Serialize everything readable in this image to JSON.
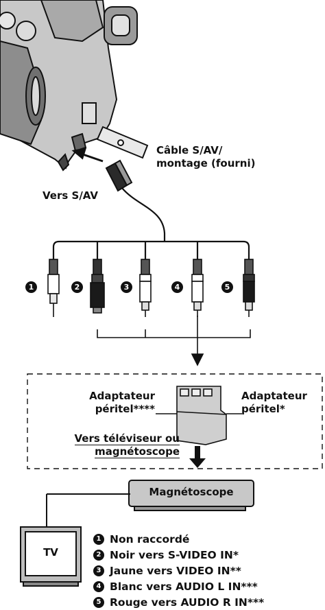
{
  "labels": {
    "cable": [
      "Câble S/AV/",
      "montage (fourni)"
    ],
    "vers_sav": "Vers S/AV",
    "adapter_left": [
      "Adaptateur",
      "péritel****"
    ],
    "adapter_right": [
      "Adaptateur",
      "péritel*"
    ],
    "vers_tv": [
      "Vers téléviseur ou",
      "magnétoscope"
    ],
    "vcr": "Magnétoscope",
    "tv": "TV"
  },
  "connectors": [
    {
      "number": "1",
      "color": "#ffffff"
    },
    {
      "number": "2",
      "color": "#1a1a1a"
    },
    {
      "number": "3",
      "color": "#ffffff"
    },
    {
      "number": "4",
      "color": "#ffffff"
    },
    {
      "number": "5",
      "color": "#1a1a1a"
    }
  ],
  "legend": [
    {
      "number": "1",
      "text": "Non raccordé"
    },
    {
      "number": "2",
      "text": "Noir vers S-VIDEO IN*"
    },
    {
      "number": "3",
      "text": "Jaune vers VIDEO IN**"
    },
    {
      "number": "4",
      "text": "Blanc vers AUDIO L IN***"
    },
    {
      "number": "5",
      "text": "Rouge vers AUDIO R IN***"
    }
  ],
  "colors": {
    "line": "#111111",
    "device_gray": "#bdbdbd",
    "panel_gray": "#cfcfcf"
  }
}
